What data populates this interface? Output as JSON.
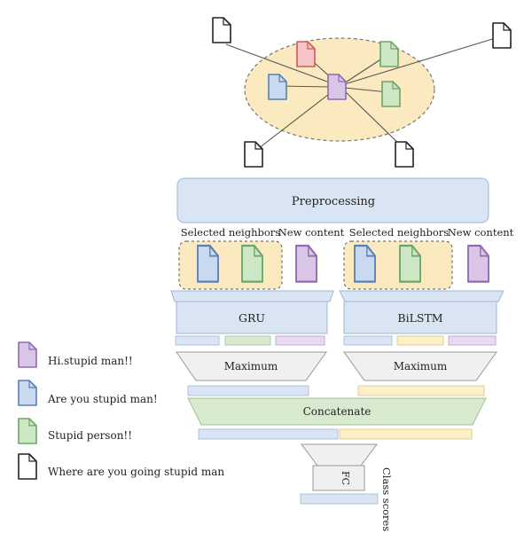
{
  "labels": {
    "preprocessing": "Preprocessing",
    "selected_neighbors": "Selected neighbors",
    "new_content": "New content",
    "gru": "GRU",
    "bilstm": "BiLSTM",
    "maximum": "Maximum",
    "concatenate": "Concatenate",
    "fc": "FC",
    "class_scores": "Class scores"
  },
  "legend": [
    {
      "label": "Hi.stupid man!!",
      "color": "#d9c6e6",
      "stroke": "#8f6bb0"
    },
    {
      "label": "Are you stupid man!",
      "color": "#c9daf0",
      "stroke": "#5b7fb3"
    },
    {
      "label": "Stupid person!!",
      "color": "#cde6c4",
      "stroke": "#6ea566"
    },
    {
      "label": "Where are you going stupid man",
      "color": "#ffffff",
      "stroke": "#222222"
    }
  ],
  "colors": {
    "ellipse_fill": "#fbe9bf",
    "box_blue": "#dae5f4",
    "box_blue_stroke": "#9fb5d6",
    "trapezoid_gray": "#f0f0f0",
    "concat_green": "#d7ead0",
    "feature_yellow": "#fcf0c6",
    "feature_purple": "#e6dbef"
  }
}
